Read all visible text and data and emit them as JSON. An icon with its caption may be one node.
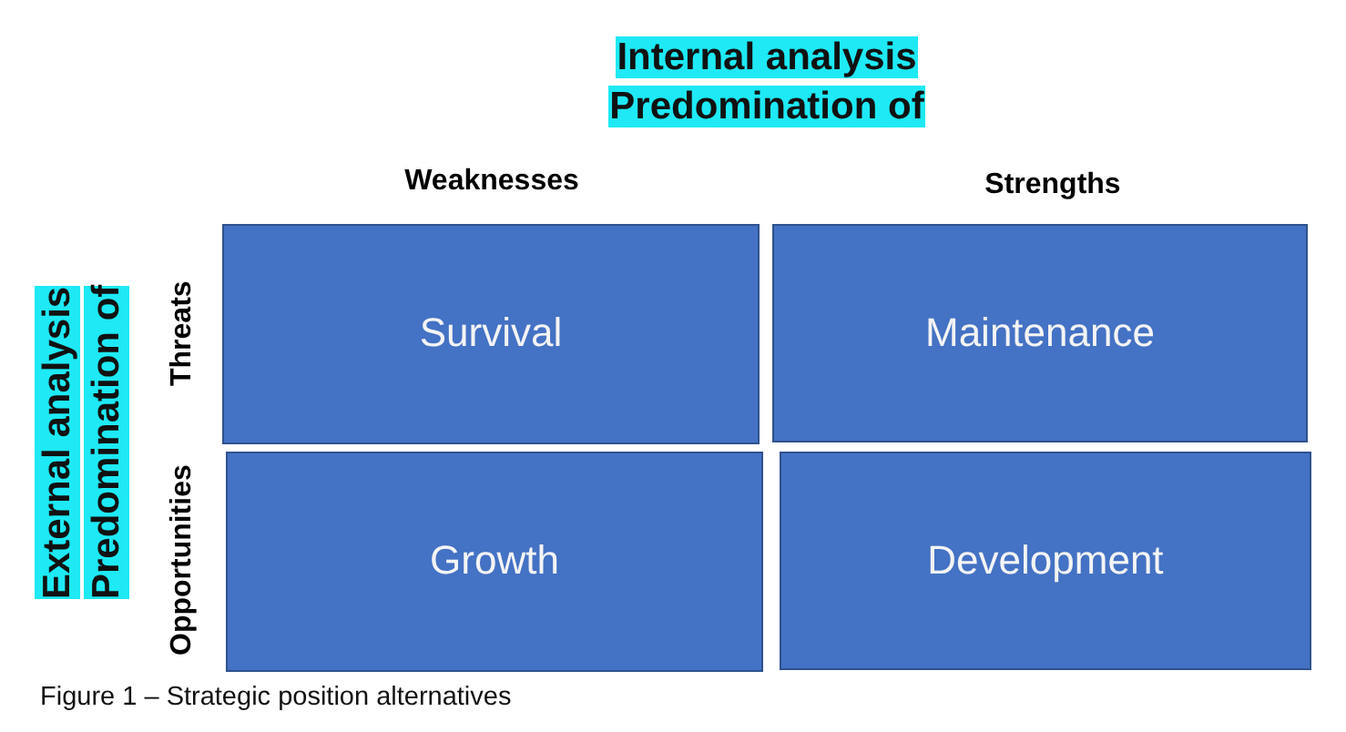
{
  "diagram": {
    "caption": "Figure 1 – Strategic position alternatives",
    "nodes": [
      {
        "text": [
          "Survival"
        ]
      },
      {
        "text": [
          "Maintenance"
        ]
      },
      {
        "text": [
          "Growth"
        ]
      },
      {
        "text": [
          "Development"
        ]
      }
    ],
    "labels": [
      "Internal analysis Predomination of",
      "Weaknesses",
      "Strengths",
      "External analysis Predomination of",
      "Threats",
      "Opportunities"
    ]
  }
}
